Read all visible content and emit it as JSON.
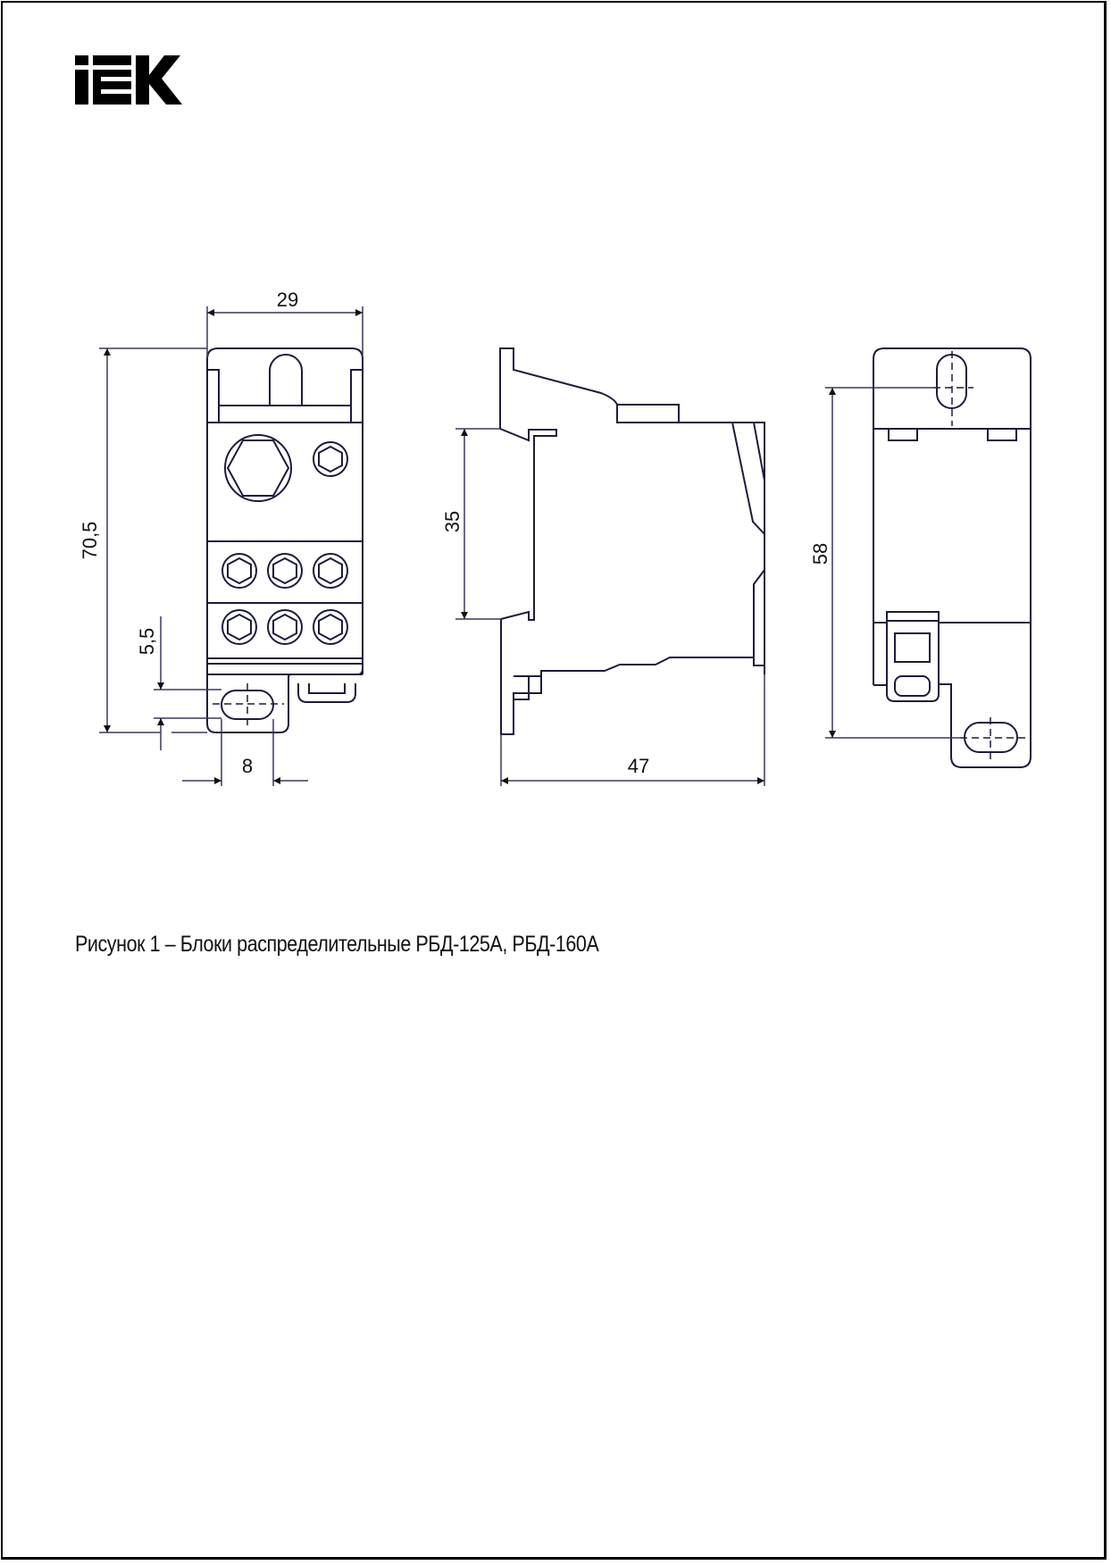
{
  "logo": {
    "text": "IEK",
    "color": "#000000"
  },
  "colors": {
    "line": "#1c1c3c",
    "dim_line": "#3a3a5c",
    "text": "#111111",
    "border": "#000000"
  },
  "drawing": {
    "front_view": {
      "dimensions": {
        "width": "29",
        "height": "70,5",
        "slot_height": "5,5",
        "slot_width": "8"
      },
      "terminal_rows": [
        {
          "count": 1,
          "type": "large+small"
        },
        {
          "count": 3
        },
        {
          "count": 3
        }
      ]
    },
    "side_view": {
      "dimensions": {
        "rail_height": "35",
        "depth": "47"
      }
    },
    "rear_view": {
      "dimensions": {
        "mounting_pitch": "58"
      }
    }
  },
  "caption": "Рисунок 1 – Блоки распределительные РБД-125А, РБД-160А"
}
